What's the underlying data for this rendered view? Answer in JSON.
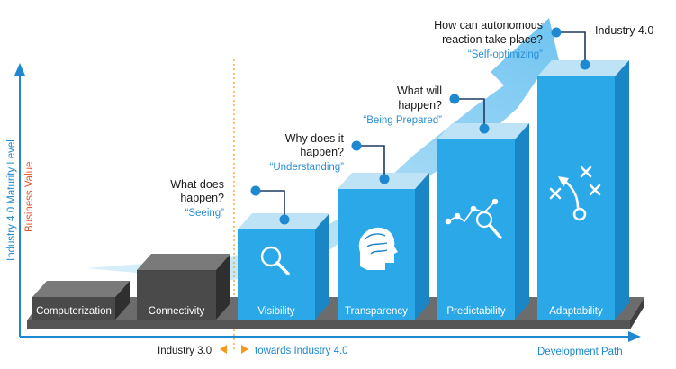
{
  "axes": {
    "y_label": "Industry 4.0 Maturity Level",
    "y_sublabel": "Business Value",
    "x_label": "Development Path",
    "era_left": "Industry 3.0",
    "era_right": "towards Industry 4.0"
  },
  "stages": [
    {
      "label": "Computerization",
      "question": "",
      "quote": ""
    },
    {
      "label": "Connectivity",
      "question": "",
      "quote": ""
    },
    {
      "label": "Visibility",
      "question_lines": [
        "What does",
        "happen?"
      ],
      "quote": "“Seeing”",
      "icon": "magnifier-icon"
    },
    {
      "label": "Transparency",
      "question_lines": [
        "Why does it",
        "happen?"
      ],
      "quote": "“Understanding”",
      "icon": "brain-icon"
    },
    {
      "label": "Predictability",
      "question_lines": [
        "What will",
        "happen?"
      ],
      "quote": "“Being Prepared”",
      "icon": "trend-analysis-icon"
    },
    {
      "label": "Adaptability",
      "question_lines": [
        "How can autonomous",
        "reaction take place?"
      ],
      "quote": "“Self-optimizing”",
      "icon": "strategy-play-icon"
    }
  ],
  "top_label": "Industry 4.0",
  "colors": {
    "gray_front": "#4a4a4a",
    "gray_side": "#2f2f2f",
    "gray_top": "#7a7a7a",
    "blue_front": "#2aa8e8",
    "blue_side": "#1b86c6",
    "blue_top": "#bfe3f6",
    "accent": "#1e88d0",
    "orange": "#f39a1f",
    "arrow": "#8fd0f2"
  }
}
